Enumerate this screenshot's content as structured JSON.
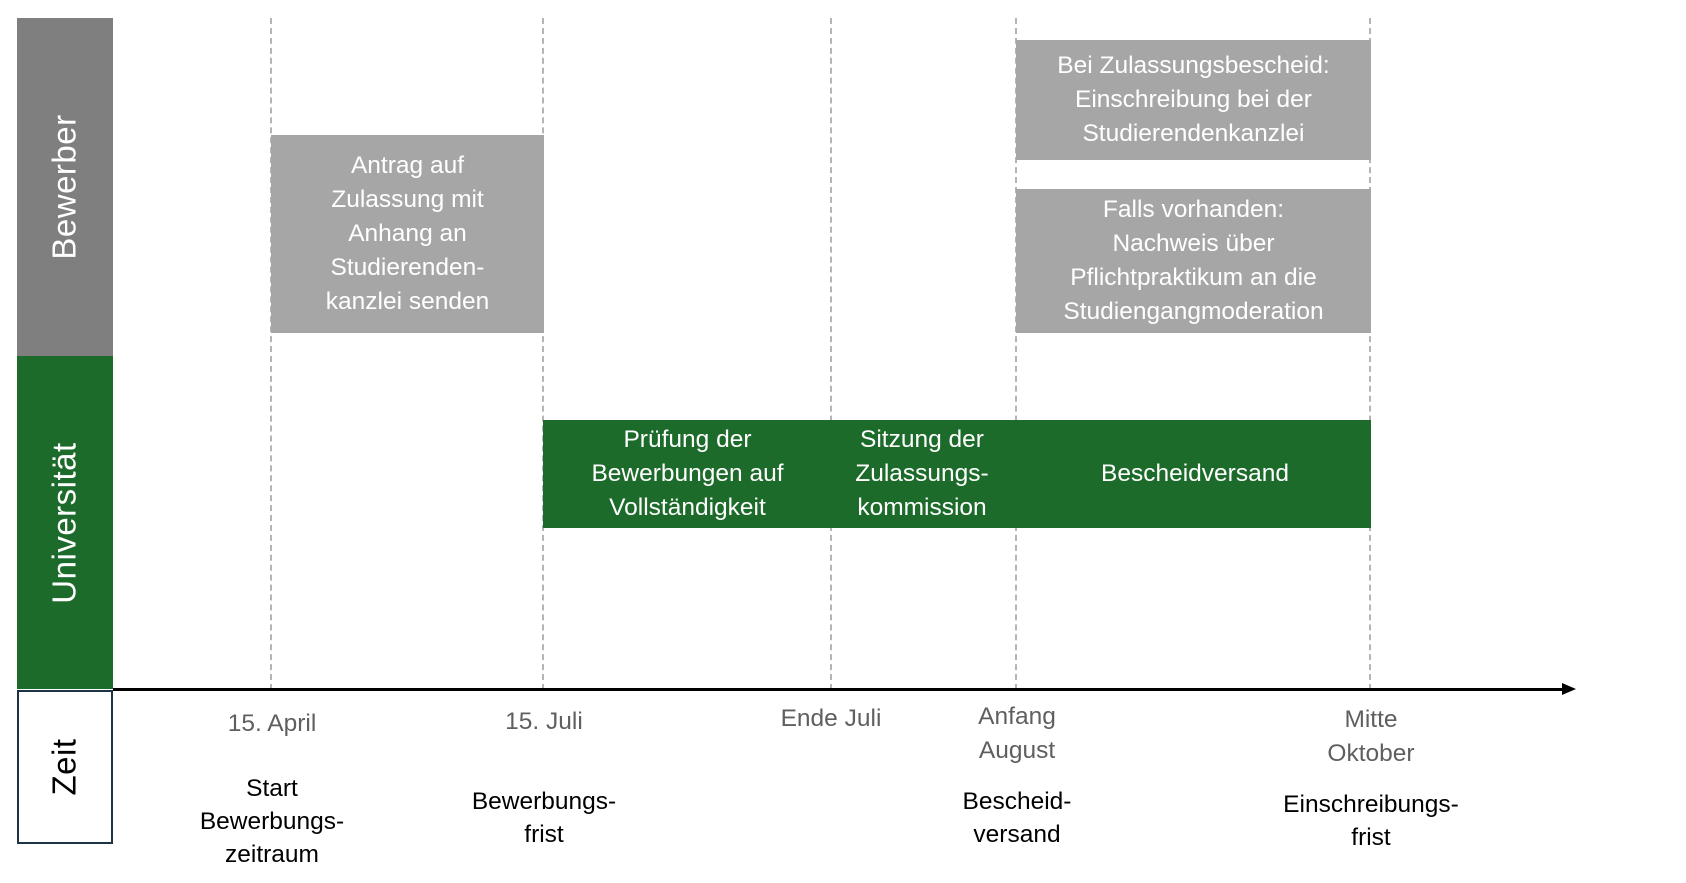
{
  "lanes": {
    "applicant": "Bewerber",
    "university": "Universität",
    "time": "Zeit"
  },
  "applicant_tasks": {
    "application": "Antrag auf\nZulassung mit\nAnhang an\nStudierenden-\nkanzlei senden",
    "enrollment": "Bei Zulassungsbescheid:\nEinschreibung bei der\nStudierendenkanzlei",
    "internship": "Falls vorhanden:\nNachweis über\nPflichtpraktikum an die\nStudiengangmoderation"
  },
  "university_tasks": {
    "review": "Prüfung der\nBewerbungen auf\nVollständigkeit",
    "committee": "Sitzung der\nZulassungs-\nkommission",
    "dispatch": "Bescheidversand"
  },
  "dates": [
    "15. April",
    "15. Juli",
    "Ende Juli",
    "Anfang\nAugust",
    "Mitte\nOktober"
  ],
  "milestones": [
    "Start\nBewerbungs-\nzeitraum",
    "Bewerbungs-\nfrist",
    "Bescheid-\nversand",
    "Einschreibungs-\nfrist"
  ],
  "colors": {
    "applicant_lane": "#7f7f7f",
    "applicant_box": "#a6a6a6",
    "university": "#1d6b2a"
  }
}
